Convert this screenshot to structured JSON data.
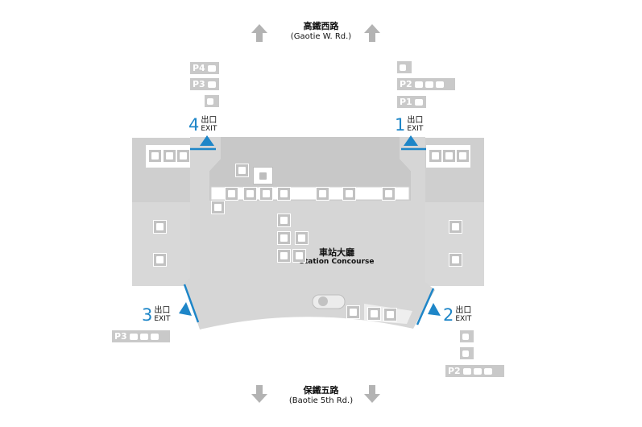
{
  "roads": {
    "north": {
      "zh": "高鐵西路",
      "en": "(Gaotie W. Rd.)"
    },
    "south": {
      "zh": "保鐵五路",
      "en": "(Baotie 5th Rd.)"
    }
  },
  "concourse": {
    "zh": "車站大廳",
    "en": "Station Concourse"
  },
  "exits": [
    {
      "number": "1",
      "zh": "出口",
      "en": "EXIT"
    },
    {
      "number": "2",
      "zh": "出口",
      "en": "EXIT"
    },
    {
      "number": "3",
      "zh": "出口",
      "en": "EXIT"
    },
    {
      "number": "4",
      "zh": "出口",
      "en": "EXIT"
    }
  ],
  "parking": {
    "exit4": [
      "P4",
      "P3"
    ],
    "exit1": [
      "P2",
      "P1"
    ],
    "exit3": [
      "P3"
    ],
    "exit2": [
      "P2"
    ]
  },
  "colors": {
    "accent": "#1e86c8",
    "floor": "#d4d4d4",
    "floor_dark": "#c4c4c4",
    "tile": "#c9c9c9"
  },
  "icons": {
    "north_arrows": "arrow-up-icon",
    "south_arrows": "arrow-down-icon",
    "exit_marker": "triangle-up-icon"
  }
}
